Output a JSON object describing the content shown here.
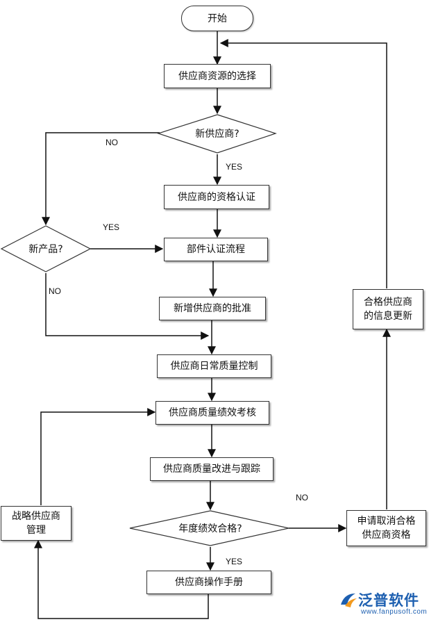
{
  "nodes": {
    "start": "开始",
    "select": "供应商资源的选择",
    "new_supplier_q": "新供应商?",
    "qualification": "供应商的资格认证",
    "new_product_q": "新产品?",
    "parts_cert": "部件认证流程",
    "approval": "新增供应商的批准",
    "daily_quality": "供应商日常质量控制",
    "performance": "供应商质量绩效考核",
    "improvement": "供应商质量改进与跟踪",
    "annual_q": "年度绩效合格?",
    "manual": "供应商操作手册",
    "strategic": "战略供应商管理",
    "revoke": "申请取消合格供应商资格",
    "info_update": "合格供应商的信息更新"
  },
  "labels": {
    "no_new_supplier": "NO",
    "yes_new_supplier": "YES",
    "yes_new_product": "YES",
    "no_new_product": "NO",
    "no_annual": "NO",
    "yes_annual": "YES"
  },
  "logo": {
    "title": "泛普软件",
    "url": "www.fanpusoft.com"
  }
}
